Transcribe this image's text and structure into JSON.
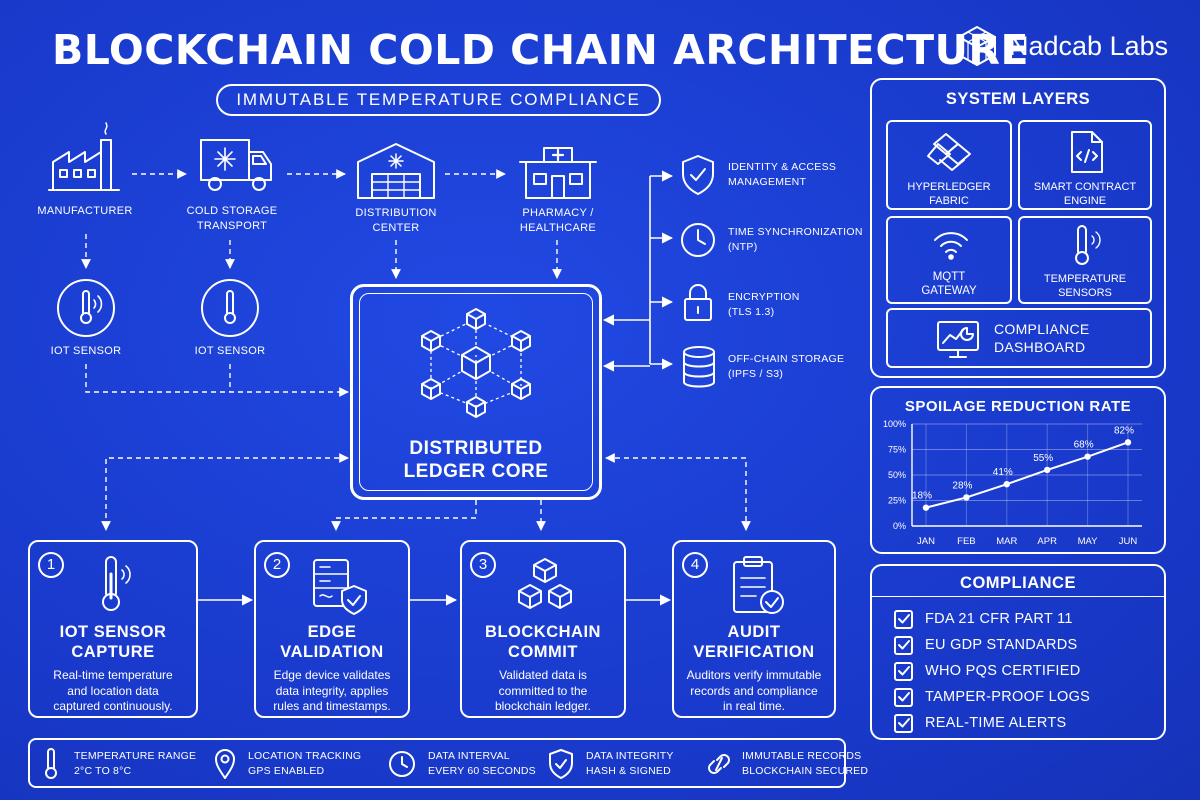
{
  "header": {
    "title": "BLOCKCHAIN COLD CHAIN ARCHITECTURE",
    "subtitle": "IMMUTABLE TEMPERATURE COMPLIANCE",
    "brand": "Nadcab Labs"
  },
  "supply_chain": [
    {
      "label": "MANUFACTURER",
      "icon": "factory-icon"
    },
    {
      "label": "COLD STORAGE\nTRANSPORT",
      "icon": "truck-icon"
    },
    {
      "label": "DISTRIBUTION\nCENTER",
      "icon": "warehouse-icon"
    },
    {
      "label": "PHARMACY /\nHEALTHCARE",
      "icon": "pharmacy-icon"
    }
  ],
  "iot_sensors": [
    {
      "label": "IOT SENSOR",
      "icon": "thermometer-icon"
    },
    {
      "label": "IOT SENSOR",
      "icon": "thermometer-icon"
    }
  ],
  "core": {
    "label": "DISTRIBUTED\nLEDGER CORE",
    "icon": "cubes-network-icon"
  },
  "services": [
    {
      "label": "IDENTITY & ACCESS\nMANAGEMENT",
      "icon": "shield-check-icon"
    },
    {
      "label": "TIME SYNCHRONIZATION\n(NTP)",
      "icon": "clock-icon"
    },
    {
      "label": "ENCRYPTION\n(TLS 1.3)",
      "icon": "lock-icon"
    },
    {
      "label": "OFF-CHAIN STORAGE\n(IPFS / S3)",
      "icon": "database-icon"
    }
  ],
  "steps": [
    {
      "num": "1",
      "title": "IOT SENSOR\nCAPTURE",
      "desc": "Real-time temperature\nand location data\ncaptured continuously.",
      "icon": "thermometer-wave-icon"
    },
    {
      "num": "2",
      "title": "EDGE\nVALIDATION",
      "desc": "Edge device validates\ndata integrity, applies\nrules and timestamps.",
      "icon": "server-shield-icon"
    },
    {
      "num": "3",
      "title": "BLOCKCHAIN\nCOMMIT",
      "desc": "Validated data is\ncommitted to the\nblockchain ledger.",
      "icon": "blocks-icon"
    },
    {
      "num": "4",
      "title": "AUDIT\nVERIFICATION",
      "desc": "Auditors verify immutable\nrecords and compliance\nin real time.",
      "icon": "clipboard-check-icon"
    }
  ],
  "footer": [
    {
      "title": "TEMPERATURE RANGE",
      "value": "2°C TO 8°C",
      "icon": "thermometer-icon"
    },
    {
      "title": "LOCATION TRACKING",
      "value": "GPS ENABLED",
      "icon": "location-pin-icon"
    },
    {
      "title": "DATA INTERVAL",
      "value": "EVERY 60 SECONDS",
      "icon": "clock-icon"
    },
    {
      "title": "DATA INTEGRITY",
      "value": "HASH & SIGNED",
      "icon": "shield-check-icon"
    },
    {
      "title": "IMMUTABLE RECORDS",
      "value": "BLOCKCHAIN SECURED",
      "icon": "chain-link-icon"
    }
  ],
  "system_layers": {
    "title": "SYSTEM LAYERS",
    "items": [
      {
        "label": "HYPERLEDGER\nFABRIC",
        "icon": "hyperledger-icon"
      },
      {
        "label": "SMART CONTRACT\nENGINE",
        "icon": "code-file-icon"
      },
      {
        "label": "MQTT\nGATEWAY",
        "icon": "wifi-icon"
      },
      {
        "label": "TEMPERATURE\nSENSORS",
        "icon": "thermometer-wave-icon"
      }
    ],
    "dashboard": {
      "label": "COMPLIANCE\nDASHBOARD",
      "icon": "monitor-chart-icon"
    }
  },
  "chart_data": {
    "type": "line",
    "title": "SPOILAGE REDUCTION RATE",
    "categories": [
      "JAN",
      "FEB",
      "MAR",
      "APR",
      "MAY",
      "JUN"
    ],
    "values": [
      18,
      28,
      41,
      55,
      68,
      82
    ],
    "data_labels": [
      "18%",
      "28%",
      "41%",
      "55%",
      "68%",
      "82%"
    ],
    "ylim": [
      0,
      100
    ],
    "yticks": [
      "0%",
      "25%",
      "50%",
      "75%",
      "100%"
    ],
    "grid": true,
    "legend": "none"
  },
  "compliance": {
    "title": "COMPLIANCE",
    "items": [
      "FDA 21 CFR PART 11",
      "EU GDP STANDARDS",
      "WHO PQS CERTIFIED",
      "TAMPER-PROOF LOGS",
      "REAL-TIME ALERTS"
    ]
  },
  "colors": {
    "background": "#1a3fd6",
    "foreground": "#ffffff"
  }
}
